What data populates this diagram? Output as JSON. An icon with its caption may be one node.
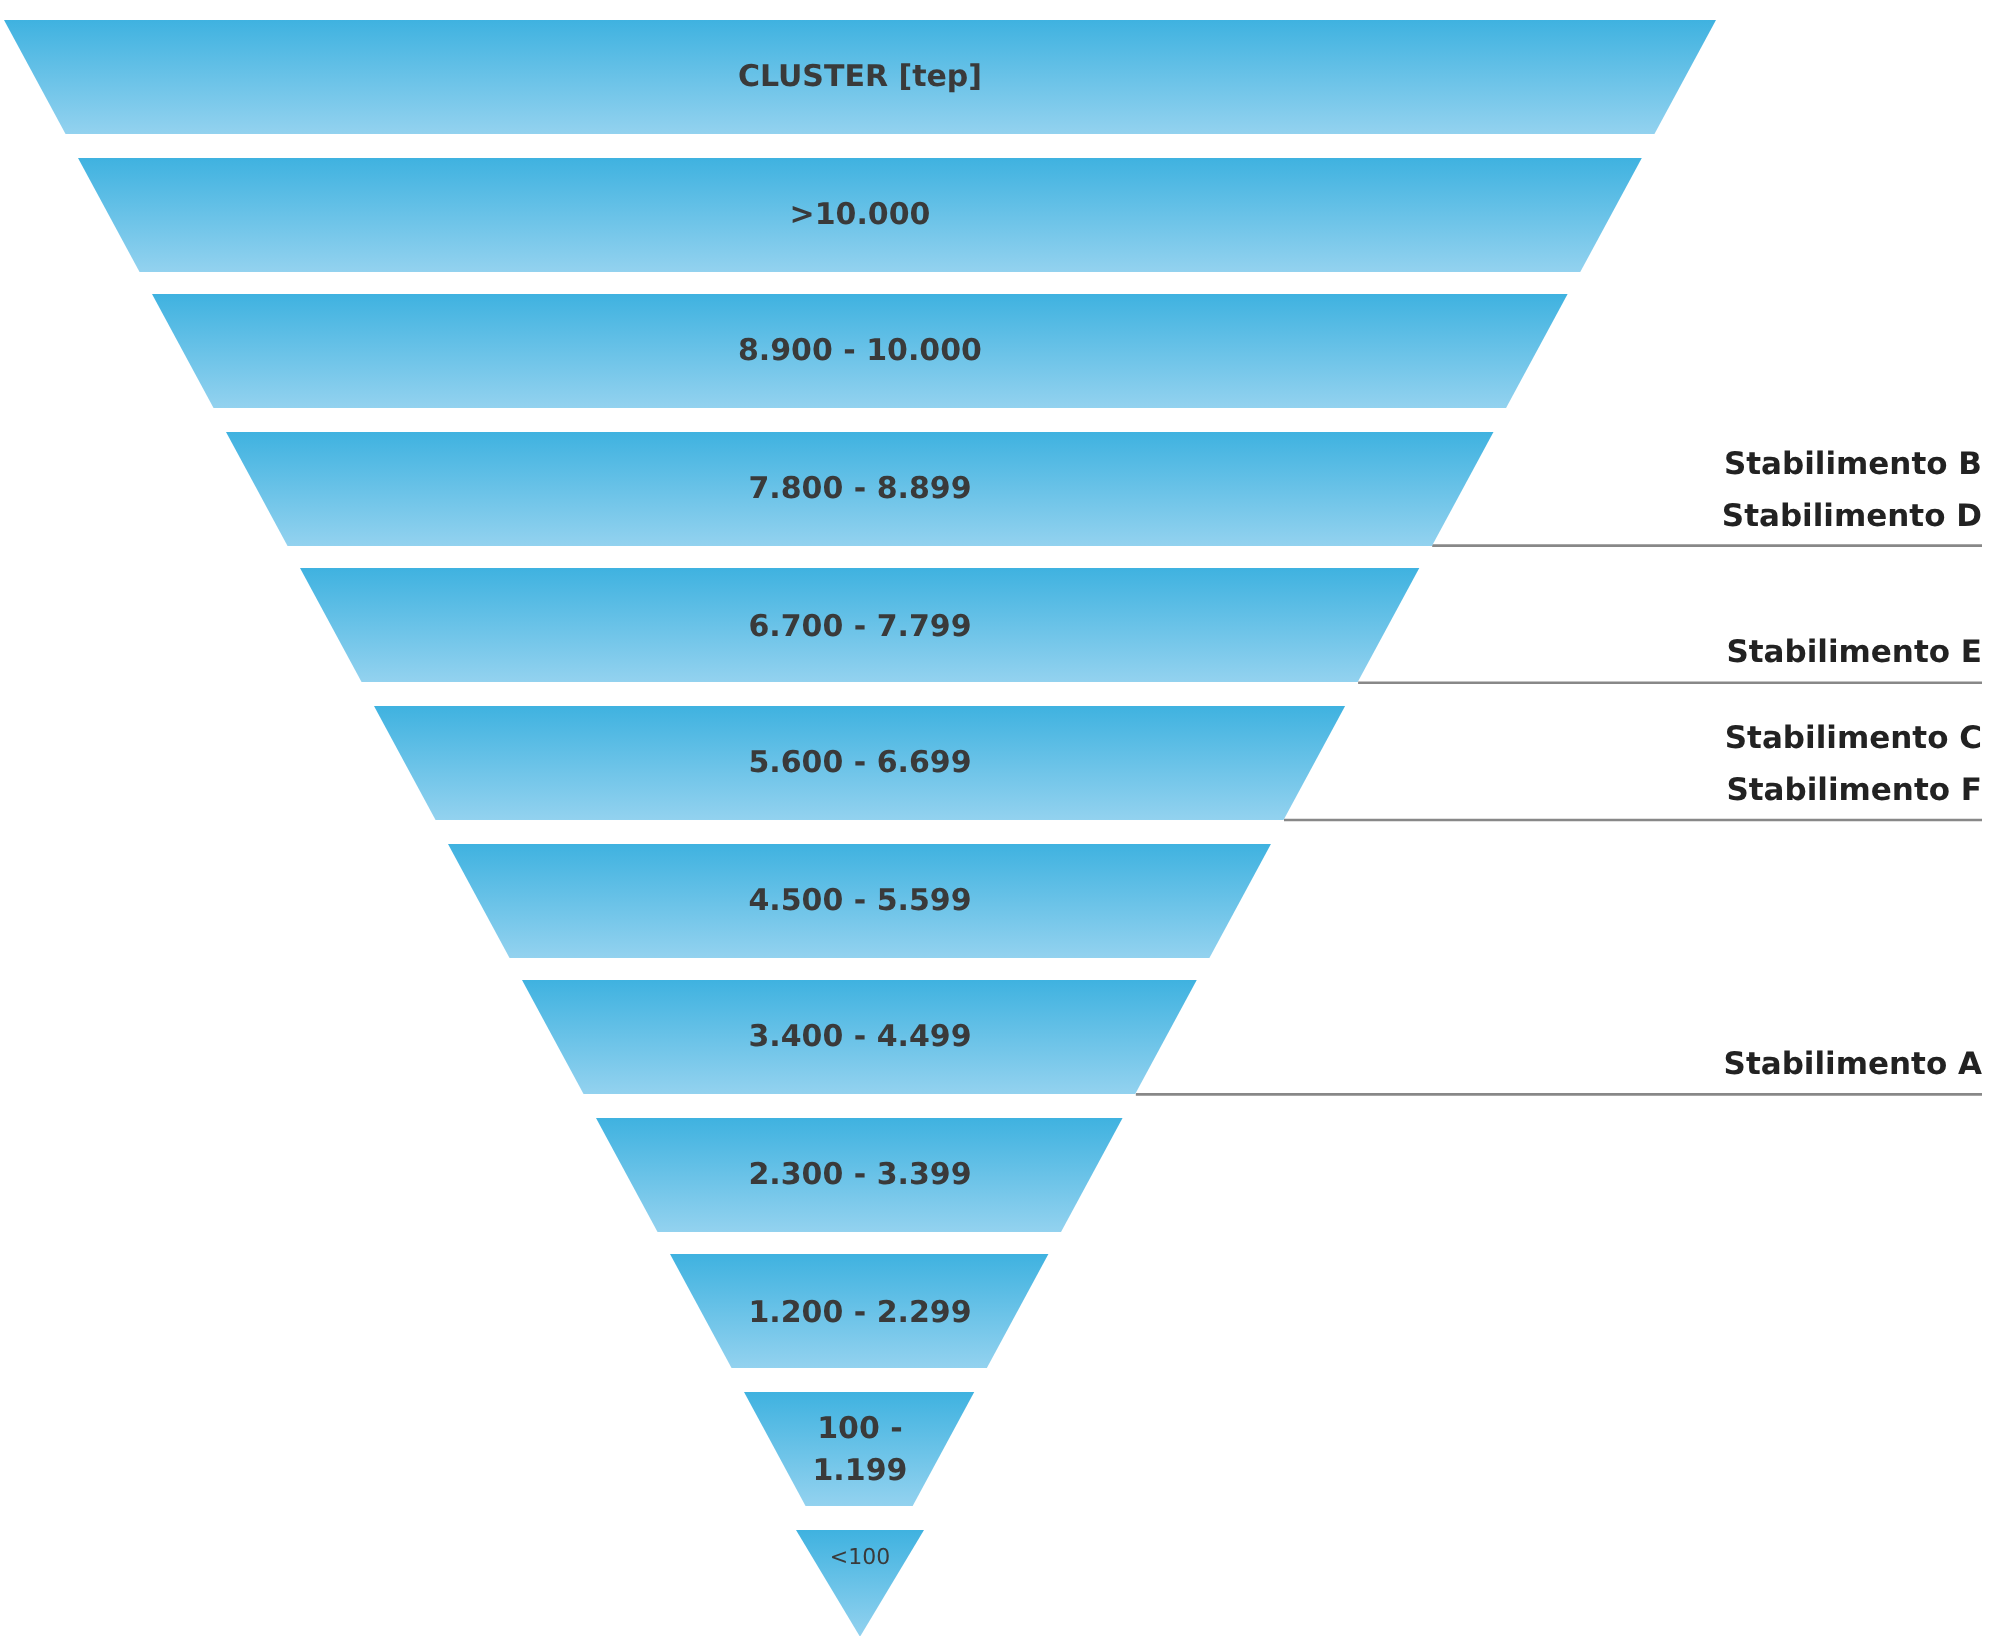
{
  "diagram": {
    "nodes": [
      {
        "text": [
          "CLUSTER [tep]"
        ]
      },
      {
        "text": [
          ">10.000"
        ]
      },
      {
        "text": [
          "8.900 - 10.000"
        ]
      },
      {
        "text": [
          "7.800 - 8.899"
        ]
      },
      {
        "text": [
          "6.700 - 7.799"
        ]
      },
      {
        "text": [
          "5.600 - 6.699"
        ]
      },
      {
        "text": [
          "4.500 - 5.599"
        ]
      },
      {
        "text": [
          "3.400 - 4.499"
        ]
      },
      {
        "text": [
          "2.300 - 3.399"
        ]
      },
      {
        "text": [
          "1.200 - 2.299"
        ]
      },
      {
        "text": [
          "100 - 1.199"
        ]
      },
      {
        "text": [
          "<100"
        ]
      },
      {
        "text": [
          "Stabilimento B",
          "Stabilimento D"
        ]
      },
      {
        "text": [
          "Stabilimento E"
        ]
      },
      {
        "text": [
          "Stabilimento C",
          "Stabilimento F"
        ]
      },
      {
        "text": [
          "Stabilimento A"
        ]
      }
    ],
    "edges": [
      {
        "from": 12,
        "to": 3,
        "arrow": "none"
      },
      {
        "from": 13,
        "to": 4,
        "arrow": "none"
      },
      {
        "from": 14,
        "to": 5,
        "arrow": "none"
      },
      {
        "from": 15,
        "to": 7,
        "arrow": "none"
      }
    ]
  }
}
